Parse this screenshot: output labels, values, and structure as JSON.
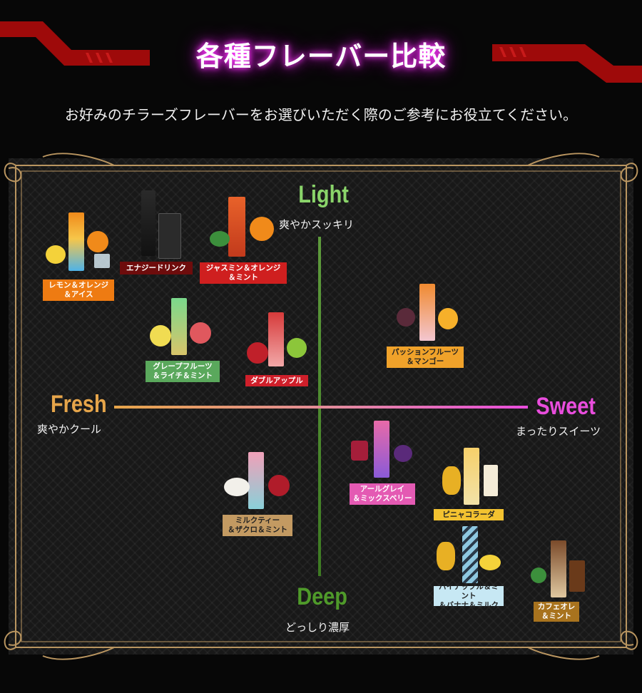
{
  "header": {
    "title": "各種フレーバー比較",
    "subtitle": "お好みのチラーズフレーバーをお選びいただく際のご参考にお役立てください。"
  },
  "axes": {
    "top": {
      "title": "Light",
      "sub": "爽やかスッキリ",
      "color": "#8ad46a"
    },
    "bottom": {
      "title": "Deep",
      "sub": "どっしり濃厚",
      "color": "#4f9a2a"
    },
    "left": {
      "title": "Fresh",
      "sub": "爽やかクール",
      "color": "#e6a54a"
    },
    "right": {
      "title": "Sweet",
      "sub": "まったりスイーツ",
      "color": "#e94ddd"
    }
  },
  "flavors": [
    {
      "key": "lemon",
      "label": "レモン＆オレンジ\n＆アイス",
      "color": "#ee7b12"
    },
    {
      "key": "energy",
      "label": "エナジードリンク",
      "color": "#6e0c0c"
    },
    {
      "key": "jasmine",
      "label": "ジャスミン＆オレンジ\n＆ミント",
      "color": "#cf1f1f"
    },
    {
      "key": "grape",
      "label": "グレープフルーツ\n＆ライチ＆ミント",
      "color": "#5aa85c"
    },
    {
      "key": "apple",
      "label": "ダブルアップル",
      "color": "#cf1f2a"
    },
    {
      "key": "passion",
      "label": "パッションフルーツ\n＆マンゴー",
      "color": "#f0a22a"
    },
    {
      "key": "earlgrey",
      "label": "アールグレイ\n＆ミックスベリー",
      "color": "#e45ab3"
    },
    {
      "key": "pina",
      "label": "ピニャコラーダ",
      "color": "#f3c230"
    },
    {
      "key": "milktea",
      "label": "ミルクティー\n＆ザクロ＆ミント",
      "color": "#c39a62"
    },
    {
      "key": "pineapple",
      "label": "パイナップル＆ミント\n＆バナナ＆ミルク",
      "color": "#c7e8f4"
    },
    {
      "key": "cafe",
      "label": "カフェオレ\n＆ミント",
      "color": "#a8731e"
    }
  ]
}
